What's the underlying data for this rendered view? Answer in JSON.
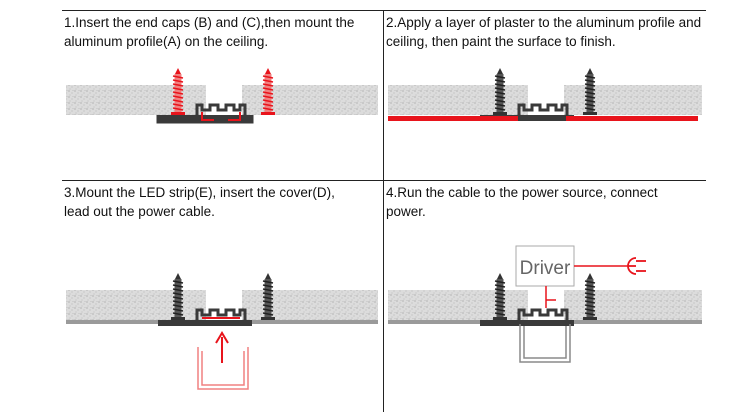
{
  "steps": [
    {
      "text": "1.Insert the end caps (B) and (C),then mount the aluminum profile(A) on the ceiling."
    },
    {
      "text": "2.Apply a layer of plaster to the aluminum profile and ceiling, then paint the surface to finish."
    },
    {
      "text": "3.Mount the LED strip(E), insert the cover(D), lead out the power cable."
    },
    {
      "text": "4.Run the cable to the power source, connect power."
    }
  ],
  "driver_label": "Driver",
  "colors": {
    "highlight_red": "#e8141c",
    "ceiling_gray": "#dcdcdc",
    "profile_dark": "#3a3a3a",
    "outline_gray": "#8a8a8a"
  },
  "icons": [
    "screw-icon",
    "plug-icon",
    "arrow-up-icon"
  ]
}
